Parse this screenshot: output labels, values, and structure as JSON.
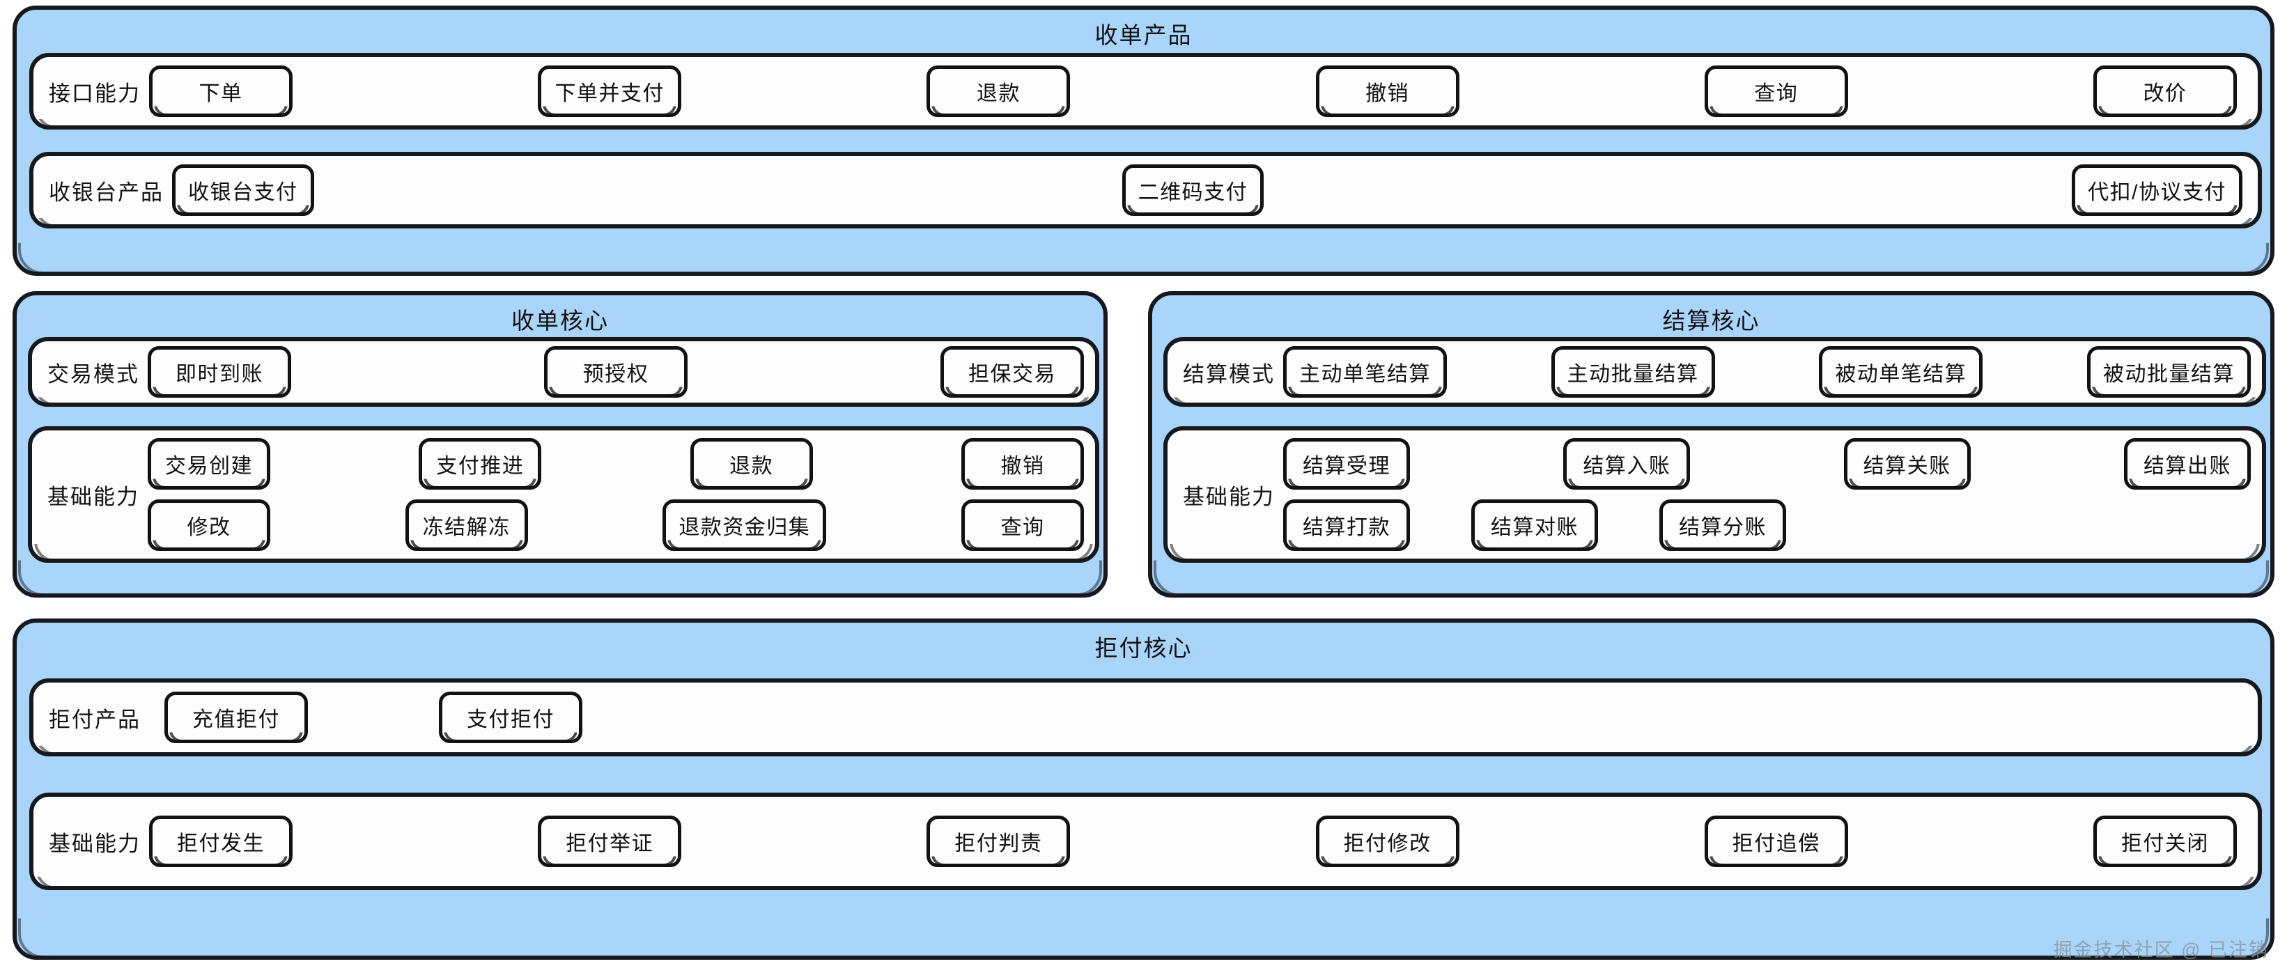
{
  "diagram": {
    "accent_blue": "#a9d5fb",
    "stroke": "#15181c",
    "chip_fill": "#fdfdfd",
    "watermark": "掘金技术社区 @ 已注销"
  },
  "groups": {
    "acquiring_product": {
      "title": "收单产品",
      "rows": [
        {
          "label": "接口能力",
          "items": [
            "下单",
            "下单并支付",
            "退款",
            "撤销",
            "查询",
            "改价"
          ]
        },
        {
          "label": "收银台产品",
          "items": [
            "收银台支付",
            "二维码支付",
            "代扣/协议支付"
          ]
        }
      ]
    },
    "acquiring_core": {
      "title": "收单核心",
      "rows": [
        {
          "label": "交易模式",
          "items": [
            "即时到账",
            "预授权",
            "担保交易"
          ]
        },
        {
          "label": "基础能力",
          "line1": [
            "交易创建",
            "支付推进",
            "退款",
            "撤销"
          ],
          "line2": [
            "修改",
            "冻结解冻",
            "退款资金归集",
            "查询"
          ]
        }
      ]
    },
    "settlement_core": {
      "title": "结算核心",
      "rows": [
        {
          "label": "结算模式",
          "items": [
            "主动单笔结算",
            "主动批量结算",
            "被动单笔结算",
            "被动批量结算"
          ]
        },
        {
          "label": "基础能力",
          "line1": [
            "结算受理",
            "结算入账",
            "结算关账",
            "结算出账"
          ],
          "line2": [
            "结算打款",
            "结算对账",
            "结算分账"
          ]
        }
      ]
    },
    "chargeback_core": {
      "title": "拒付核心",
      "rows": [
        {
          "label": "拒付产品",
          "items": [
            "充值拒付",
            "支付拒付"
          ]
        },
        {
          "label": "基础能力",
          "items": [
            "拒付发生",
            "拒付举证",
            "拒付判责",
            "拒付修改",
            "拒付追偿",
            "拒付关闭"
          ]
        }
      ]
    }
  }
}
